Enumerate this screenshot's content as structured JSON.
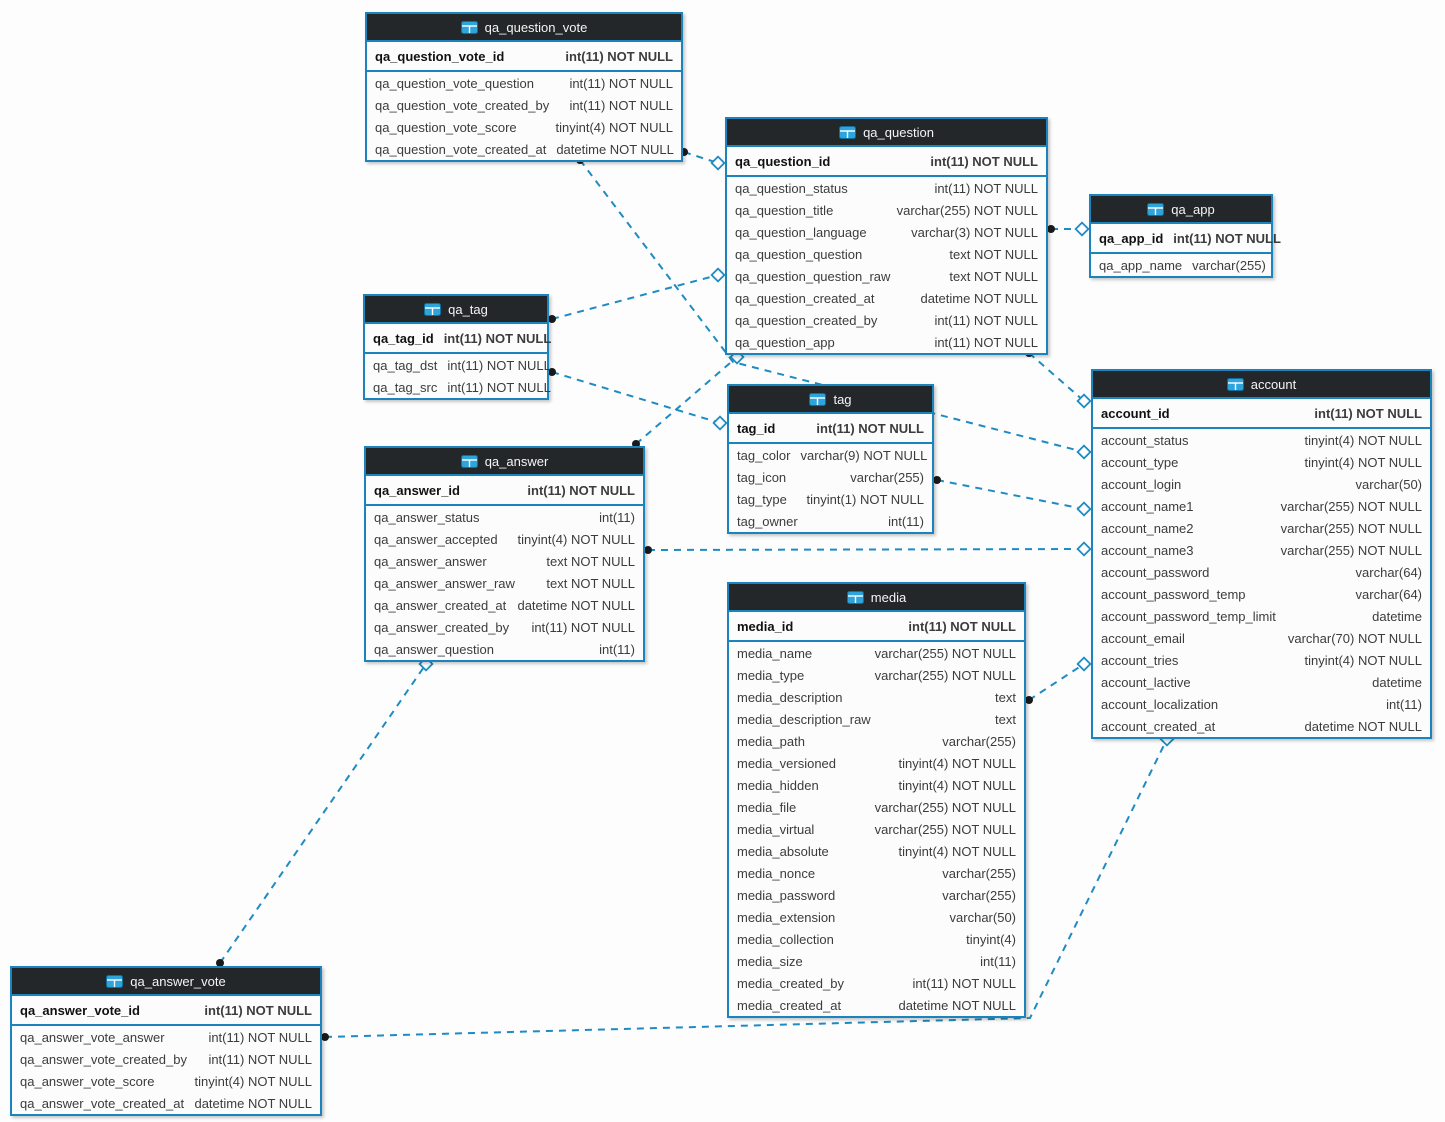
{
  "diagram": {
    "colors": {
      "canvas_bg": "#fdfdfd",
      "table_border": "#1b84bd",
      "header_bg": "#24272a",
      "header_text": "#f4f4f4",
      "row_text": "#3c3c3c",
      "pk_text": "#111111",
      "line": "#1e8bc3",
      "dot": "#1a1a1a",
      "icon_blue": "#2da4dc"
    },
    "tables": [
      {
        "name": "qa_question_vote",
        "icon": "table-grid-icon",
        "columns": [
          {
            "name": "qa_question_vote_id",
            "type": "int(11) NOT NULL",
            "pk": true
          },
          {
            "name": "qa_question_vote_question",
            "type": "int(11) NOT NULL"
          },
          {
            "name": "qa_question_vote_created_by",
            "type": "int(11) NOT NULL"
          },
          {
            "name": "qa_question_vote_score",
            "type": "tinyint(4) NOT NULL"
          },
          {
            "name": "qa_question_vote_created_at",
            "type": "datetime NOT NULL"
          }
        ]
      },
      {
        "name": "qa_question",
        "icon": "table-grid-icon",
        "columns": [
          {
            "name": "qa_question_id",
            "type": "int(11) NOT NULL",
            "pk": true
          },
          {
            "name": "qa_question_status",
            "type": "int(11) NOT NULL"
          },
          {
            "name": "qa_question_title",
            "type": "varchar(255) NOT NULL"
          },
          {
            "name": "qa_question_language",
            "type": "varchar(3) NOT NULL"
          },
          {
            "name": "qa_question_question",
            "type": "text NOT NULL"
          },
          {
            "name": "qa_question_question_raw",
            "type": "text NOT NULL"
          },
          {
            "name": "qa_question_created_at",
            "type": "datetime NOT NULL"
          },
          {
            "name": "qa_question_created_by",
            "type": "int(11) NOT NULL"
          },
          {
            "name": "qa_question_app",
            "type": "int(11) NOT NULL"
          }
        ]
      },
      {
        "name": "qa_app",
        "icon": "table-grid-icon",
        "columns": [
          {
            "name": "qa_app_id",
            "type": "int(11) NOT NULL",
            "pk": true
          },
          {
            "name": "qa_app_name",
            "type": "varchar(255)"
          }
        ]
      },
      {
        "name": "qa_tag",
        "icon": "table-grid-icon",
        "columns": [
          {
            "name": "qa_tag_id",
            "type": "int(11) NOT NULL",
            "pk": true
          },
          {
            "name": "qa_tag_dst",
            "type": "int(11) NOT NULL"
          },
          {
            "name": "qa_tag_src",
            "type": "int(11) NOT NULL"
          }
        ]
      },
      {
        "name": "tag",
        "icon": "table-grid-icon",
        "columns": [
          {
            "name": "tag_id",
            "type": "int(11) NOT NULL",
            "pk": true
          },
          {
            "name": "tag_color",
            "type": "varchar(9) NOT NULL"
          },
          {
            "name": "tag_icon",
            "type": "varchar(255)"
          },
          {
            "name": "tag_type",
            "type": "tinyint(1) NOT NULL"
          },
          {
            "name": "tag_owner",
            "type": "int(11)"
          }
        ]
      },
      {
        "name": "qa_answer",
        "icon": "table-grid-icon",
        "columns": [
          {
            "name": "qa_answer_id",
            "type": "int(11) NOT NULL",
            "pk": true
          },
          {
            "name": "qa_answer_status",
            "type": "int(11)"
          },
          {
            "name": "qa_answer_accepted",
            "type": "tinyint(4) NOT NULL"
          },
          {
            "name": "qa_answer_answer",
            "type": "text NOT NULL"
          },
          {
            "name": "qa_answer_answer_raw",
            "type": "text NOT NULL"
          },
          {
            "name": "qa_answer_created_at",
            "type": "datetime NOT NULL"
          },
          {
            "name": "qa_answer_created_by",
            "type": "int(11) NOT NULL"
          },
          {
            "name": "qa_answer_question",
            "type": "int(11)"
          }
        ]
      },
      {
        "name": "account",
        "icon": "table-grid-icon",
        "columns": [
          {
            "name": "account_id",
            "type": "int(11) NOT NULL",
            "pk": true
          },
          {
            "name": "account_status",
            "type": "tinyint(4) NOT NULL"
          },
          {
            "name": "account_type",
            "type": "tinyint(4) NOT NULL"
          },
          {
            "name": "account_login",
            "type": "varchar(50)"
          },
          {
            "name": "account_name1",
            "type": "varchar(255) NOT NULL"
          },
          {
            "name": "account_name2",
            "type": "varchar(255) NOT NULL"
          },
          {
            "name": "account_name3",
            "type": "varchar(255) NOT NULL"
          },
          {
            "name": "account_password",
            "type": "varchar(64)"
          },
          {
            "name": "account_password_temp",
            "type": "varchar(64)"
          },
          {
            "name": "account_password_temp_limit",
            "type": "datetime"
          },
          {
            "name": "account_email",
            "type": "varchar(70) NOT NULL"
          },
          {
            "name": "account_tries",
            "type": "tinyint(4) NOT NULL"
          },
          {
            "name": "account_lactive",
            "type": "datetime"
          },
          {
            "name": "account_localization",
            "type": "int(11)"
          },
          {
            "name": "account_created_at",
            "type": "datetime NOT NULL"
          }
        ]
      },
      {
        "name": "media",
        "icon": "table-grid-icon",
        "columns": [
          {
            "name": "media_id",
            "type": "int(11) NOT NULL",
            "pk": true
          },
          {
            "name": "media_name",
            "type": "varchar(255) NOT NULL"
          },
          {
            "name": "media_type",
            "type": "varchar(255) NOT NULL"
          },
          {
            "name": "media_description",
            "type": "text"
          },
          {
            "name": "media_description_raw",
            "type": "text"
          },
          {
            "name": "media_path",
            "type": "varchar(255)"
          },
          {
            "name": "media_versioned",
            "type": "tinyint(4) NOT NULL"
          },
          {
            "name": "media_hidden",
            "type": "tinyint(4) NOT NULL"
          },
          {
            "name": "media_file",
            "type": "varchar(255) NOT NULL"
          },
          {
            "name": "media_virtual",
            "type": "varchar(255) NOT NULL"
          },
          {
            "name": "media_absolute",
            "type": "tinyint(4) NOT NULL"
          },
          {
            "name": "media_nonce",
            "type": "varchar(255)"
          },
          {
            "name": "media_password",
            "type": "varchar(255)"
          },
          {
            "name": "media_extension",
            "type": "varchar(50)"
          },
          {
            "name": "media_collection",
            "type": "tinyint(4)"
          },
          {
            "name": "media_size",
            "type": "int(11)"
          },
          {
            "name": "media_created_by",
            "type": "int(11) NOT NULL"
          },
          {
            "name": "media_created_at",
            "type": "datetime NOT NULL"
          }
        ]
      },
      {
        "name": "qa_answer_vote",
        "icon": "table-grid-icon",
        "columns": [
          {
            "name": "qa_answer_vote_id",
            "type": "int(11) NOT NULL",
            "pk": true
          },
          {
            "name": "qa_answer_vote_answer",
            "type": "int(11) NOT NULL"
          },
          {
            "name": "qa_answer_vote_created_by",
            "type": "int(11) NOT NULL"
          },
          {
            "name": "qa_answer_vote_score",
            "type": "tinyint(4) NOT NULL"
          },
          {
            "name": "qa_answer_vote_created_at",
            "type": "datetime NOT NULL"
          }
        ]
      }
    ],
    "connections": [
      {
        "from": "qa_question_vote",
        "to": "qa_question"
      },
      {
        "from": "qa_question_vote",
        "to": "account"
      },
      {
        "from": "qa_question",
        "to": "qa_app"
      },
      {
        "from": "qa_question",
        "to": "account"
      },
      {
        "from": "qa_tag",
        "to": "qa_question"
      },
      {
        "from": "qa_tag",
        "to": "tag"
      },
      {
        "from": "qa_answer",
        "to": "qa_question"
      },
      {
        "from": "qa_answer",
        "to": "account"
      },
      {
        "from": "tag",
        "to": "account"
      },
      {
        "from": "media",
        "to": "account"
      },
      {
        "from": "qa_answer_vote",
        "to": "qa_answer"
      },
      {
        "from": "qa_answer_vote",
        "to": "account"
      }
    ]
  }
}
